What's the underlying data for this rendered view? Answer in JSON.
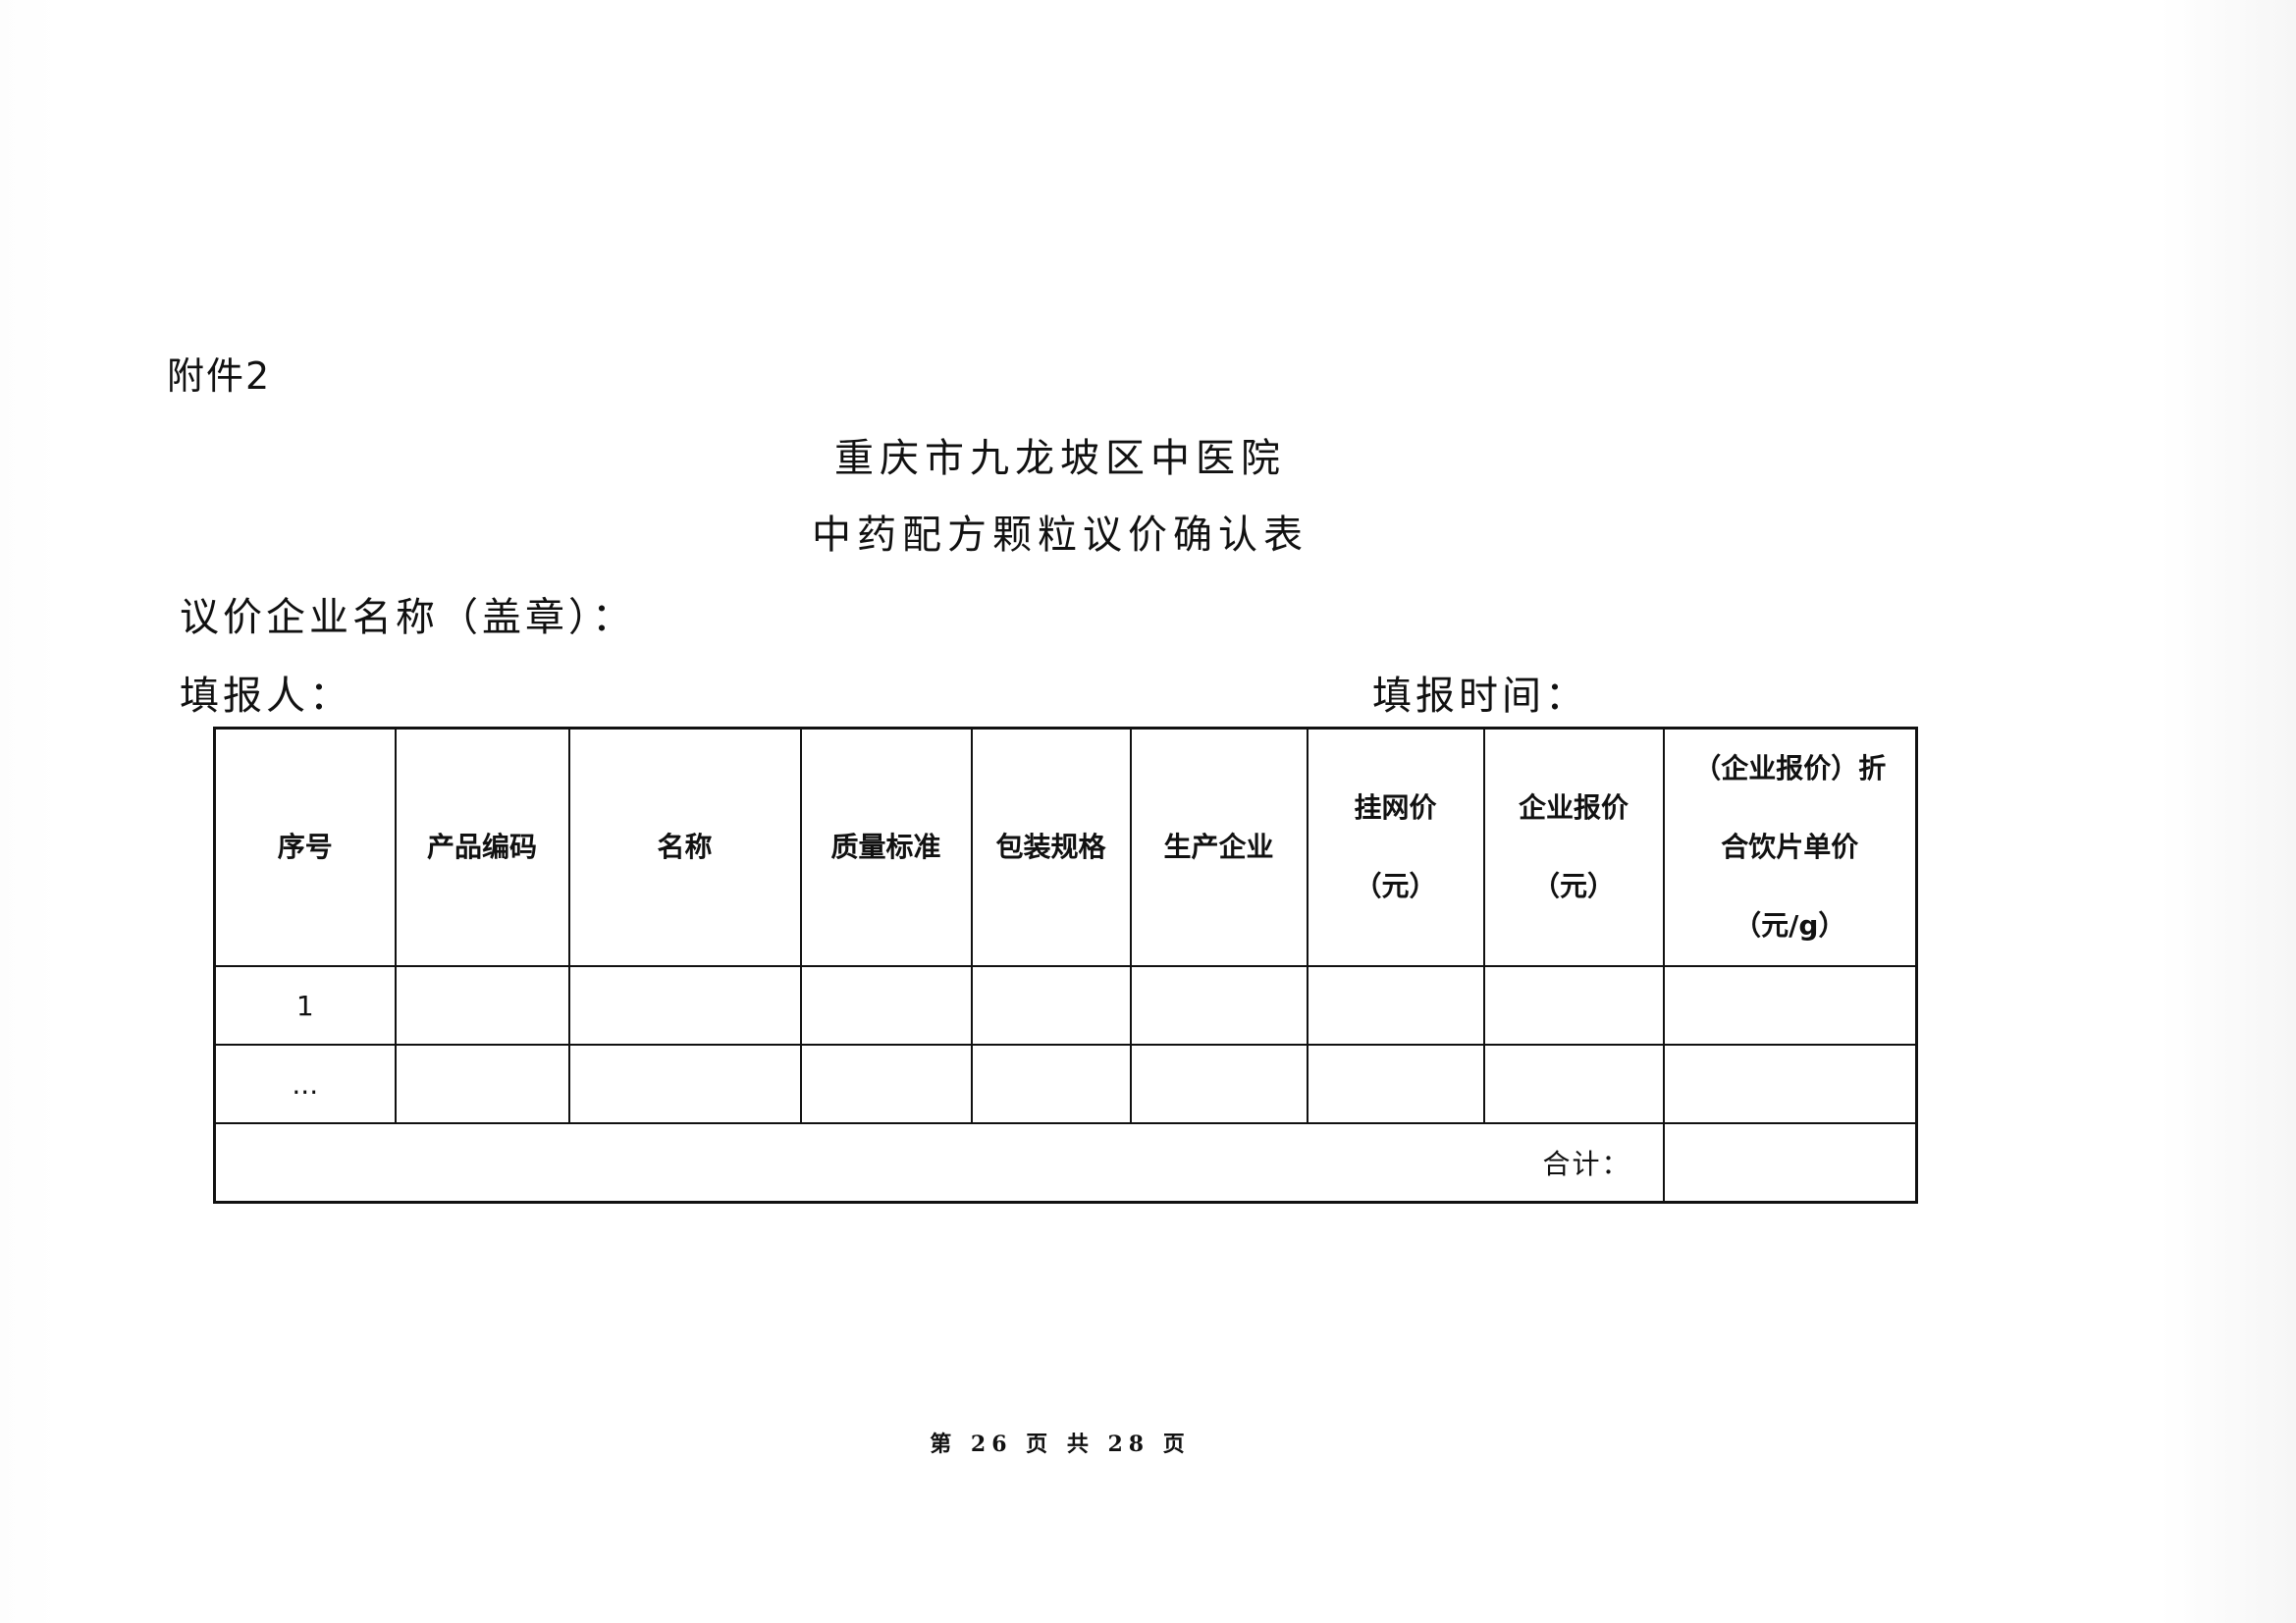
{
  "attachment_label": "附件2",
  "title_line1": "重庆市九龙坡区中医院",
  "title_line2": "中药配方颗粒议价确认表",
  "company_label": "议价企业名称（盖章）：",
  "filler_label": "填报人：",
  "time_label": "填报时间：",
  "table": {
    "headers": [
      {
        "lines": [
          "序号"
        ]
      },
      {
        "lines": [
          "产品编码"
        ]
      },
      {
        "lines": [
          "名称"
        ]
      },
      {
        "lines": [
          "质量标准"
        ]
      },
      {
        "lines": [
          "包装规格"
        ]
      },
      {
        "lines": [
          "生产企业"
        ]
      },
      {
        "lines": [
          "挂网价",
          "（元）"
        ]
      },
      {
        "lines": [
          "企业报价",
          "（元）"
        ]
      },
      {
        "lines": [
          "（企业报价）折",
          "合饮片单价",
          "（元/g）"
        ]
      }
    ],
    "rows": [
      {
        "index": "1"
      },
      {
        "index": "..."
      }
    ],
    "total_label": "合计："
  },
  "footer": "第 26 页 共 28 页"
}
